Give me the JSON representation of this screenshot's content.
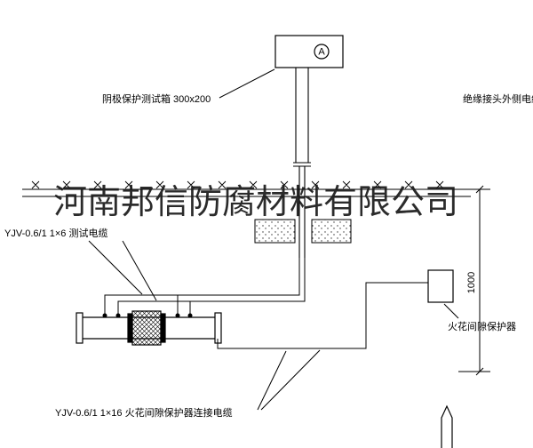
{
  "watermark": "河南邦信防腐材料有限公司",
  "test_box": {
    "label": "阴极保护测试箱 300x200",
    "meter_symbol": "A"
  },
  "labels": {
    "insulating_joint_cable": "绝缘接头外侧电缆",
    "test_cable": "YJV-0.6/1 1×6  测试电缆",
    "spark_gap_protector": "火花间隙保护器",
    "spark_gap_cable": "YJV-0.6/1 1×16  火花间隙保护器连接电缆"
  },
  "dimension": {
    "value": "1000"
  },
  "colors": {
    "line": "#000000",
    "background": "#ffffff",
    "watermark": "#1a1a1a"
  }
}
